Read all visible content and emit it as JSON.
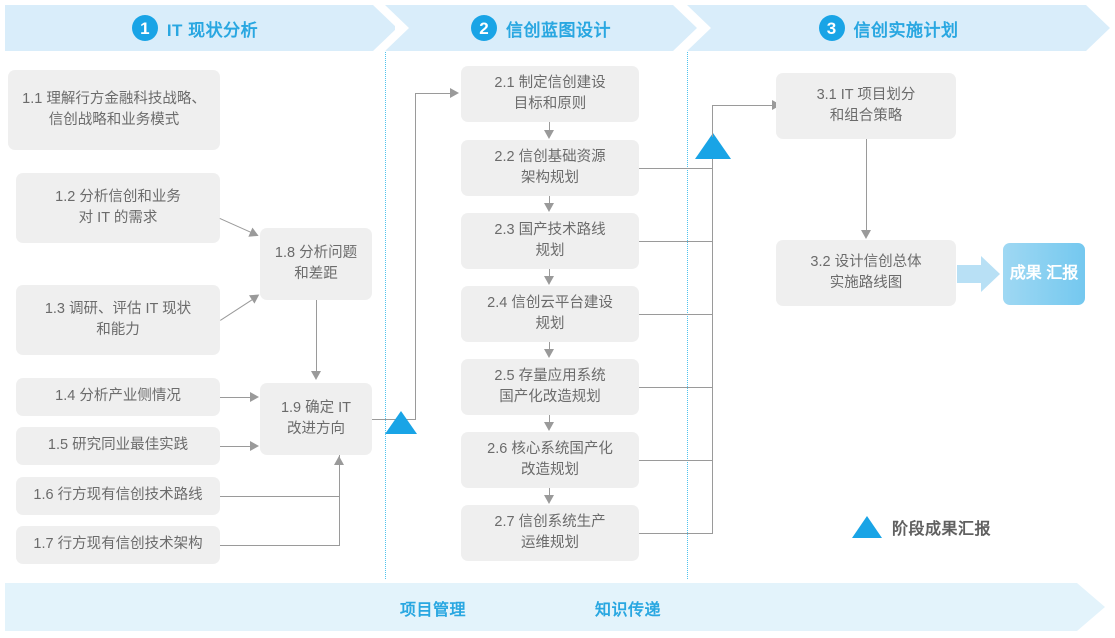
{
  "header": {
    "phases": [
      {
        "num": "1",
        "title": "IT 现状分析"
      },
      {
        "num": "2",
        "title": "信创蓝图设计"
      },
      {
        "num": "3",
        "title": "信创实施计划"
      }
    ]
  },
  "phase1": {
    "tasks": [
      {
        "id": "1.1",
        "line1": "1.1 理解行方金融科技战略、",
        "line2": "信创战略和业务模式"
      },
      {
        "id": "1.2",
        "line1": "1.2 分析信创和业务",
        "line2": "对 IT 的需求"
      },
      {
        "id": "1.3",
        "line1": "1.3 调研、评估 IT 现状",
        "line2": "和能力"
      },
      {
        "id": "1.4",
        "line1": "1.4 分析产业侧情况",
        "line2": ""
      },
      {
        "id": "1.5",
        "line1": "1.5 研究同业最佳实践",
        "line2": ""
      },
      {
        "id": "1.6",
        "line1": "1.6 行方现有信创技术路线",
        "line2": ""
      },
      {
        "id": "1.7",
        "line1": "1.7 行方现有信创技术架构",
        "line2": ""
      }
    ],
    "merge": [
      {
        "id": "1.8",
        "line1": "1.8 分析问题",
        "line2": "和差距"
      },
      {
        "id": "1.9",
        "line1": "1.9 确定 IT",
        "line2": "改进方向"
      }
    ]
  },
  "phase2": {
    "tasks": [
      {
        "id": "2.1",
        "line1": "2.1 制定信创建设",
        "line2": "目标和原则"
      },
      {
        "id": "2.2",
        "line1": "2.2 信创基础资源",
        "line2": "架构规划"
      },
      {
        "id": "2.3",
        "line1": "2.3 国产技术路线",
        "line2": "规划"
      },
      {
        "id": "2.4",
        "line1": "2.4 信创云平台建设",
        "line2": "规划"
      },
      {
        "id": "2.5",
        "line1": "2.5 存量应用系统",
        "line2": "国产化改造规划"
      },
      {
        "id": "2.6",
        "line1": "2.6 核心系统国产化",
        "line2": "改造规划"
      },
      {
        "id": "2.7",
        "line1": "2.7 信创系统生产",
        "line2": "运维规划"
      }
    ]
  },
  "phase3": {
    "tasks": [
      {
        "id": "3.1",
        "line1": "3.1 IT 项目划分",
        "line2": "和组合策略"
      },
      {
        "id": "3.2",
        "line1": "3.2 设计信创总体",
        "line2": "实施路线图"
      }
    ],
    "result": {
      "line1": "成果",
      "line2": "汇报"
    }
  },
  "legend": {
    "label": "阶段成果汇报"
  },
  "footer": {
    "items": [
      "项目管理",
      "知识传递"
    ]
  },
  "colors": {
    "accent": "#19a4e6",
    "header_band": "#d9edfa",
    "box_fill": "#efefef",
    "box_text": "#6b6b6b",
    "connector": "#9a9a9a",
    "dashed": "#4ec3ee",
    "footer_band": "#e3f3fb",
    "result_badge": "#74c8ef"
  }
}
